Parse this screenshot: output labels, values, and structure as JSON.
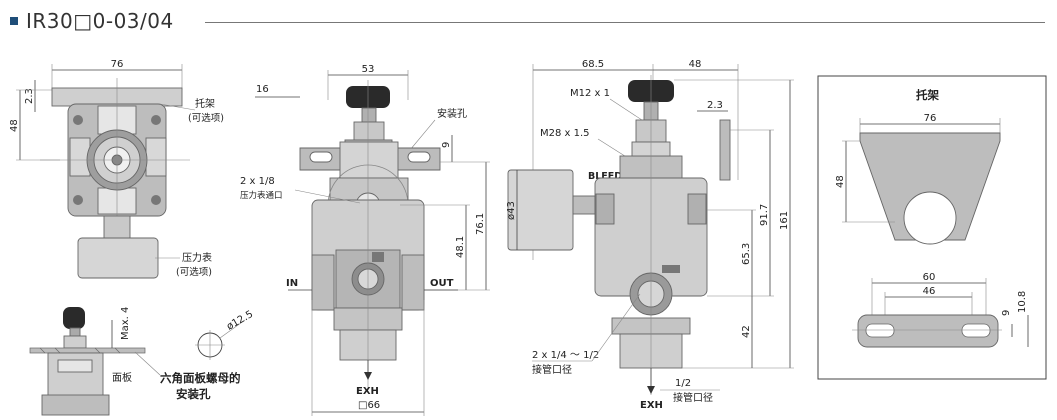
{
  "title": "IR30□0-03/04",
  "labels": {
    "dim_76": "76",
    "dim_2_3": "2.3",
    "dim_48": "48",
    "bracket_optional_1": "托架",
    "bracket_optional_2": "(可选项)",
    "gauge_optional_1": "压力表",
    "gauge_optional_2": "(可选项)",
    "dim_max4": "Max. 4",
    "panel": "面板",
    "dim_phi12_5": "ø12.5",
    "hex_nut_1": "六角面板螺母的",
    "hex_nut_2": "安装孔",
    "dim_53": "53",
    "dim_16": "16",
    "mount_hole": "安装孔",
    "dim_9": "9",
    "port_2x1_8": "2 x 1/8",
    "gauge_port": "压力表通口",
    "dim_76_1": "76.1",
    "dim_48_1": "48.1",
    "in": "IN",
    "out": "OUT",
    "exh": "EXH",
    "square_66": "□66",
    "dim_68_5": "68.5",
    "dim_48b": "48",
    "m12": "M12 x 1",
    "m28": "M28 x 1.5",
    "bleed": "BLEED",
    "dim_phi43": "ø43",
    "dim_65_3": "65.3",
    "dim_91_7": "91.7",
    "dim_161": "161",
    "dim_42": "42",
    "port_2x1_4": "2 x 1/4 ～ 1/2",
    "pipe_dia": "接管口径",
    "half": "1/2",
    "pipe_dia2": "接管口径",
    "exh2": "EXH",
    "bracket_title": "托架",
    "b_dim_76": "76",
    "b_dim_48": "48",
    "b_dim_60": "60",
    "b_dim_46": "46",
    "b_dim_9": "9",
    "b_dim_10_8": "10.8"
  }
}
